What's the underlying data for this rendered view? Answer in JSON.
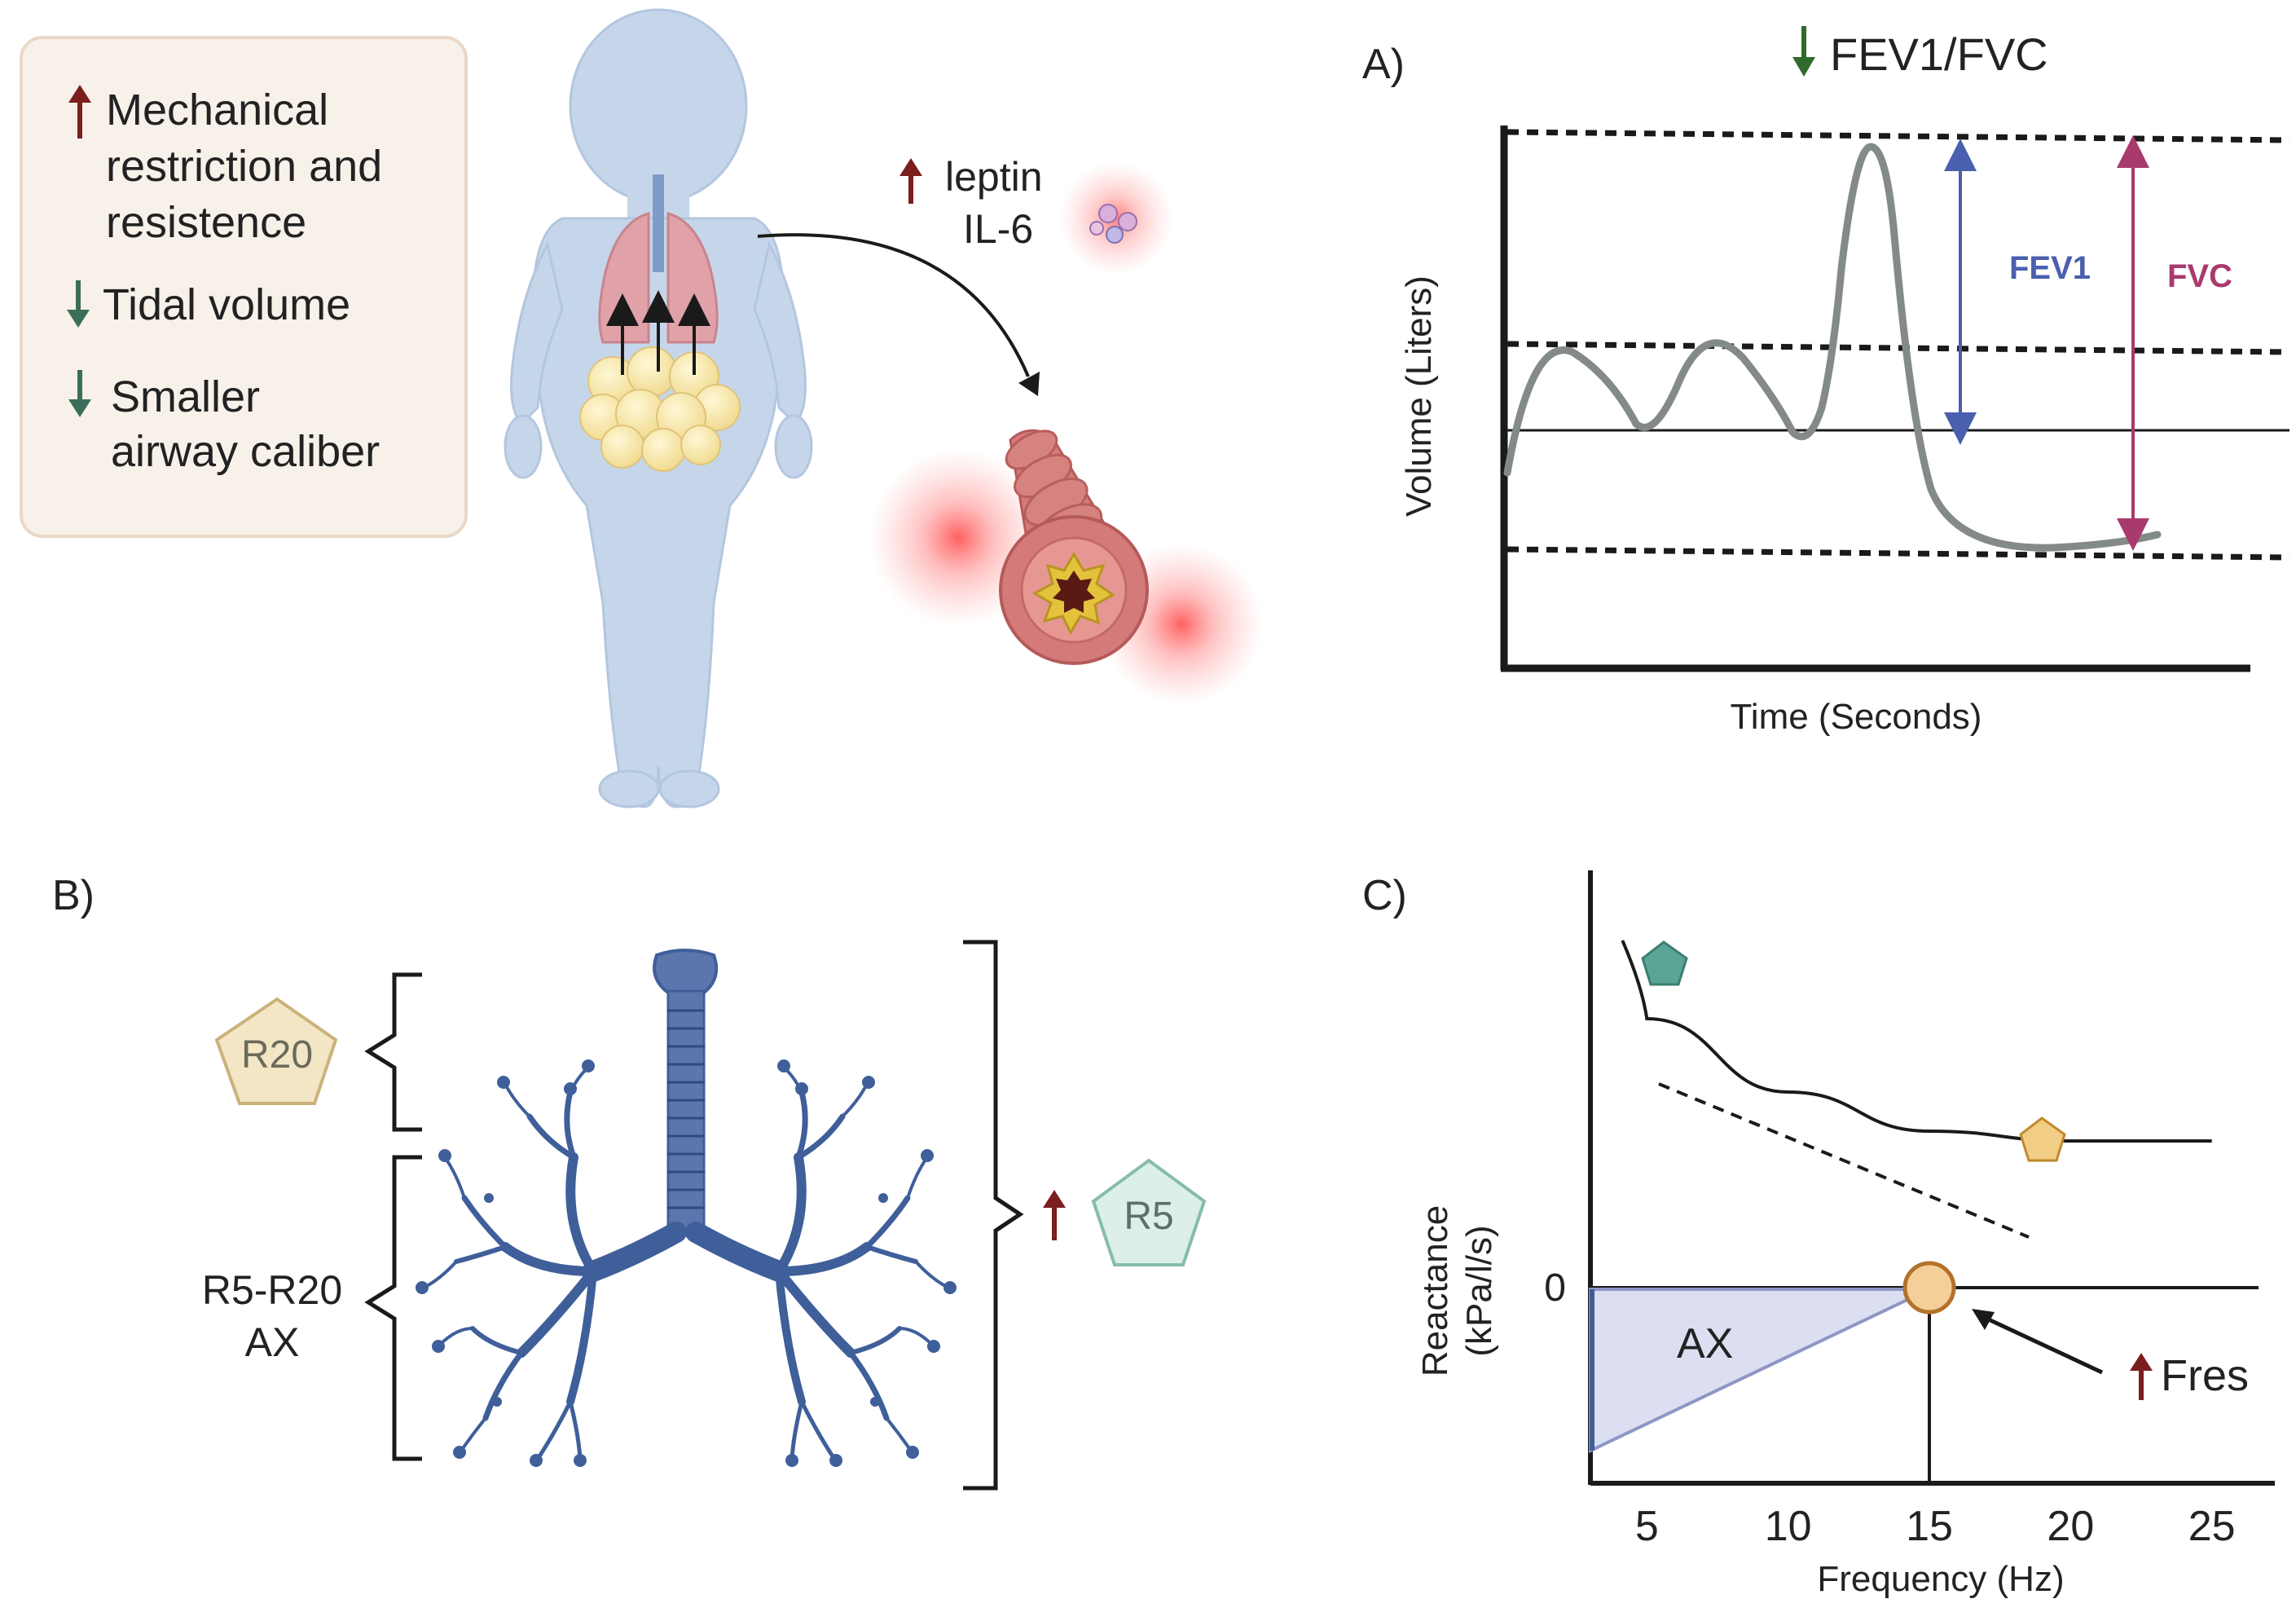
{
  "info_box": {
    "items": [
      {
        "direction": "up",
        "lines": [
          "Mechanical",
          "restriction and",
          "resistence"
        ]
      },
      {
        "direction": "down",
        "lines": [
          "Tidal volume"
        ]
      },
      {
        "direction": "down",
        "lines": [
          "Smaller",
          "airway caliber"
        ]
      }
    ]
  },
  "inflammation": {
    "line1": "leptin",
    "line2": "IL-6",
    "direction": "up"
  },
  "panel_a": {
    "label": "A)",
    "title": "FEV1/FVC",
    "title_direction": "down",
    "ylabel": "Volume (Liters)",
    "xlabel": "Time (Seconds)",
    "fev1_label": "FEV1",
    "fvc_label": "FVC"
  },
  "panel_b": {
    "label": "B)",
    "r20_label": "R20",
    "r5_label": "R5",
    "r5_direction": "up",
    "mid_line1": "R5-R20",
    "mid_line2": "AX"
  },
  "panel_c": {
    "label": "C)",
    "ylabel_line1": "Reactance",
    "ylabel_line2": "(kPa/l/s)",
    "xlabel": "Frequency (Hz)",
    "zero_label": "0",
    "ax_label": "AX",
    "fres_label": "Fres",
    "fres_direction": "up"
  },
  "chart_data": {
    "type": "line",
    "x": [
      5,
      10,
      15,
      20,
      25
    ],
    "tick_labels": [
      "5",
      "10",
      "15",
      "20",
      "25"
    ],
    "xlabel": "Frequency (Hz)",
    "ylabel": "Reactance (kPa/l/s)",
    "series": [
      {
        "values": [
          5.5,
          4.0,
          3.2,
          3.0,
          3.0
        ]
      }
    ],
    "annotations": [
      "AX",
      "Fres",
      "0"
    ]
  },
  "colors": {
    "up_arrow": "#7a1e1e",
    "down_arrow_green": "#3b6e58",
    "down_arrow_title": "#2f6b2a",
    "fev1": "#4a5fae",
    "fvc": "#a83a6e",
    "lung_blue": "#3f5f9a",
    "body_blue": "#c6d6ea",
    "r20_fill": "#f3e6c5",
    "r5_fill": "#dcefe9",
    "box_fill": "#f7f1ea"
  }
}
